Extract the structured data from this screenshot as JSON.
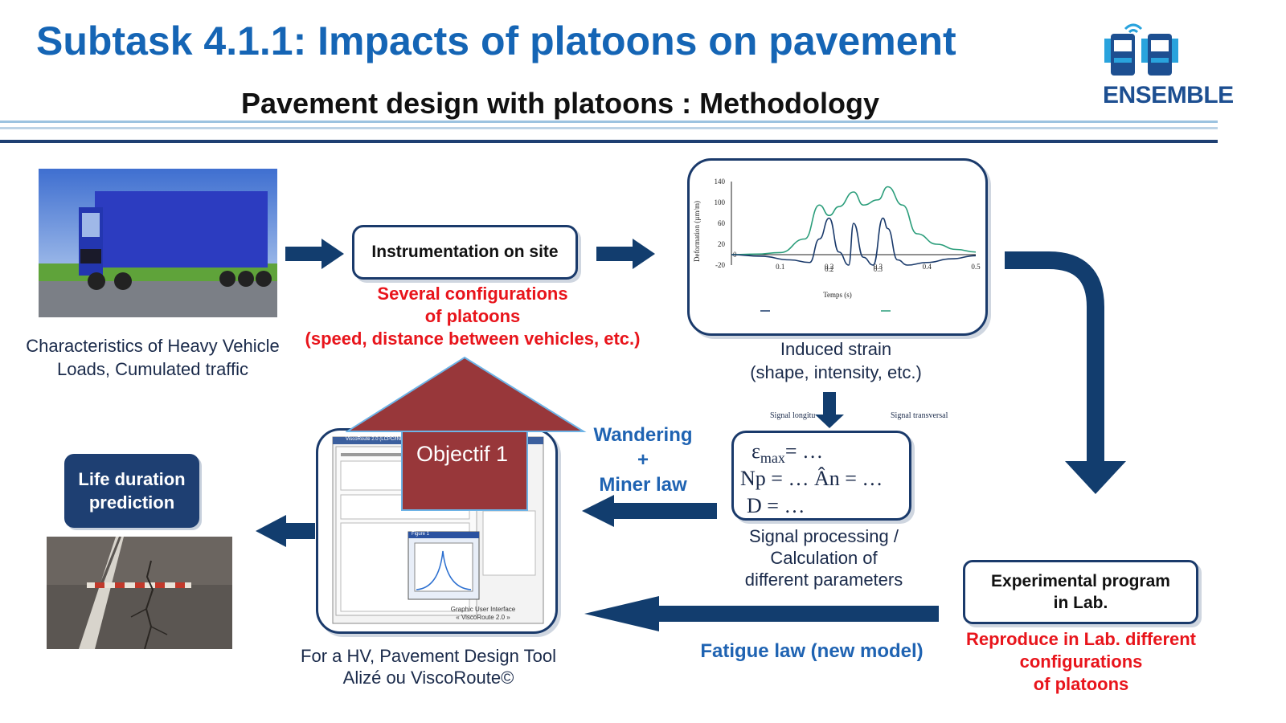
{
  "header": {
    "title": "Subtask 4.1.1: Impacts of platoons on pavement",
    "subtitle": "Pavement design with platoons : Methodology",
    "logo_text": "ENSEMBLE"
  },
  "truck": {
    "caption_line1": "Characteristics of Heavy Vehicle",
    "caption_line2": "Loads, Cumulated traffic"
  },
  "instrumentation": {
    "box_label": "Instrumentation on site",
    "red_line1": "Several configurations",
    "red_line2": "of platoons",
    "red_line3": "(speed, distance between vehicles, etc.)"
  },
  "strain": {
    "caption_line1": "Induced strain",
    "caption_line2": "(shape, intensity, etc.)"
  },
  "chart_data": {
    "type": "line",
    "xlabel": "Temps (s)",
    "ylabel": "Deformation (µm/m)",
    "xlim": [
      0,
      0.5
    ],
    "ylim": [
      -20,
      140
    ],
    "x_ticks": [
      "0.1",
      "0.2",
      "0.2",
      "0.3",
      "0.3",
      "0.4",
      "0.5"
    ],
    "y_ticks": [
      "140",
      "100",
      "60",
      "20",
      "-20"
    ],
    "y_zero_label": "0",
    "series": [
      {
        "color": "#2a9d7a",
        "x": [
          0,
          0.05,
          0.1,
          0.15,
          0.18,
          0.2,
          0.22,
          0.25,
          0.27,
          0.3,
          0.32,
          0.35,
          0.38,
          0.42,
          0.46,
          0.5
        ],
        "values": [
          0,
          1,
          4,
          30,
          95,
          75,
          92,
          120,
          95,
          105,
          130,
          95,
          40,
          20,
          10,
          5
        ]
      },
      {
        "color": "#1a3a6b",
        "x": [
          0,
          0.06,
          0.12,
          0.16,
          0.18,
          0.2,
          0.22,
          0.24,
          0.25,
          0.27,
          0.29,
          0.31,
          0.32,
          0.34,
          0.36,
          0.4,
          0.45,
          0.5
        ],
        "values": [
          0,
          -3,
          -10,
          -15,
          30,
          70,
          5,
          -20,
          60,
          -5,
          -20,
          70,
          50,
          -10,
          -20,
          -15,
          -8,
          -2
        ]
      }
    ]
  },
  "signal": {
    "label_long": "Signal longitu",
    "label_trans": "Signal transversal",
    "eq1": "ε",
    "eq1_sub": "max",
    "eq1_rest": "= …",
    "eq2": "Np = … Ân = …",
    "eq3": "D = …",
    "caption_line1": "Signal processing /",
    "caption_line2": "Calculation of",
    "caption_line3": "different parameters"
  },
  "wandering": {
    "line1": "Wandering",
    "line2": "+",
    "line3": "Miner law"
  },
  "tool": {
    "objectif_label": "Objectif 1",
    "caption_line1": "For a HV, Pavement Design Tool",
    "caption_line2": "Alizé ou ViscoRoute©",
    "screen_title": "ViscoRoute 2.0 (LCPC/INRETS)",
    "figure_title": "Figure 1",
    "gui_line1": "Graphic User Interface",
    "gui_line2": "« ViscoRoute 2.0 »"
  },
  "life": {
    "label_line1": "Life duration",
    "label_line2": "prediction"
  },
  "lab": {
    "box_line1": "Experimental program",
    "box_line2": "in Lab.",
    "red_line1": "Reproduce in Lab. different",
    "red_line2": "configurations",
    "red_line3": "of platoons"
  },
  "fatigue": {
    "label": "Fatigue law (new model)"
  },
  "colors": {
    "title_blue": "#1565b5",
    "arrow_navy": "#123d6e",
    "red": "#e8141b",
    "objectif_fill": "#98373a"
  }
}
